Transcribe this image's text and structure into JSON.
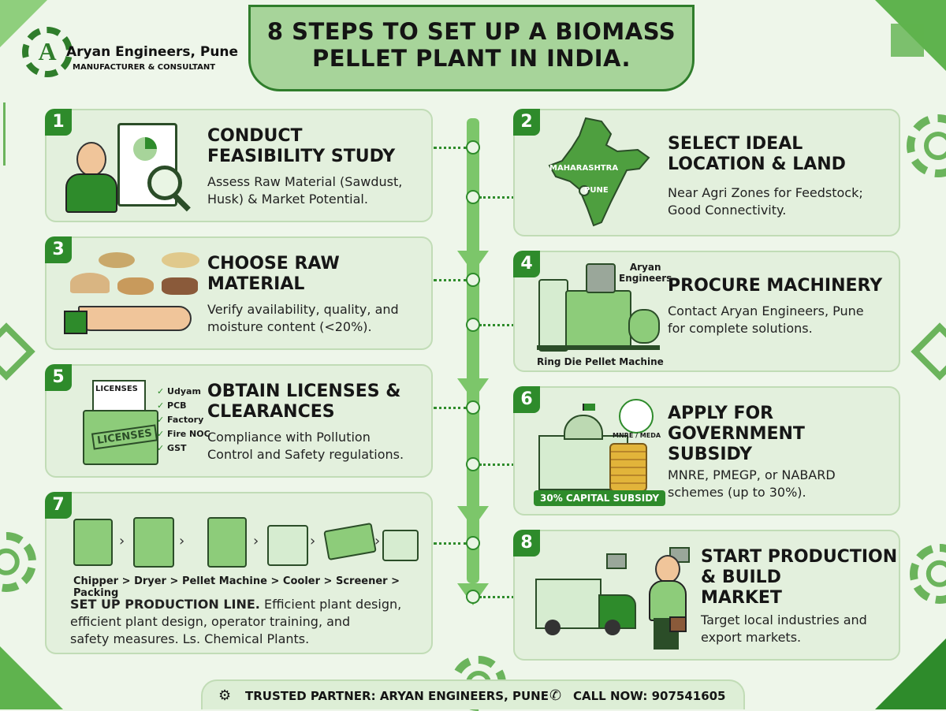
{
  "title": {
    "line1": "8 STEPS TO SET UP A BIOMASS",
    "line2": "PELLET PLANT IN INDIA."
  },
  "brand": {
    "name": "Aryan Engineers, Pune",
    "tagline": "MANUFACTURER & CONSULTANT",
    "mark": "A"
  },
  "steps": [
    {
      "num": "1",
      "title": [
        "CONDUCT",
        "FEASIBILITY STUDY"
      ],
      "desc": [
        "Assess Raw Material (Sawdust,",
        "Husk) & Market Potential."
      ]
    },
    {
      "num": "2",
      "title": [
        "SELECT IDEAL",
        "LOCATION & LAND"
      ],
      "desc": [
        "Near Agri Zones for Feedstock;",
        "Good Connectivity."
      ],
      "map_labels": {
        "state": "MAHARASHTRA",
        "city": "PUNE"
      }
    },
    {
      "num": "3",
      "title": [
        "CHOOSE RAW",
        "MATERIAL"
      ],
      "desc": [
        "Verify availability, quality, and",
        "moisture content (<20%)."
      ]
    },
    {
      "num": "4",
      "title": [
        "PROCURE MACHINERY"
      ],
      "desc": [
        "Contact Aryan Engineers, Pune",
        "for complete solutions."
      ],
      "machine_brand": [
        "Aryan",
        "Engineers"
      ],
      "machine_label": "Ring Die Pellet Machine"
    },
    {
      "num": "5",
      "title": [
        "OBTAIN LICENSES &",
        "CLEARANCES"
      ],
      "desc": [
        "Compliance with Pollution",
        "Control and Safety regulations."
      ],
      "doc_label": "LICENSES",
      "stamp_label": "LICENSES",
      "checklist": [
        "Udyam",
        "PCB",
        "Factory",
        "Fire NOC",
        "GST"
      ]
    },
    {
      "num": "6",
      "title": [
        "APPLY FOR",
        "GOVERNMENT",
        "SUBSIDY"
      ],
      "desc": [
        "MNRE, PMEGP, or NABARD",
        "schemes (up to 30%)."
      ],
      "badge": "MNRE / MEDA",
      "subsidy_tag": "30% CAPITAL SUBSIDY"
    },
    {
      "num": "7",
      "process": [
        "Chipper",
        "Dryer",
        "Pellet Machine",
        "Cooler",
        "Screener",
        "Packing"
      ],
      "separator": ">",
      "lead": "SET UP PRODUCTION LINE.",
      "desc": [
        "Efficient plant design,",
        "efficient plant design, operator training, and",
        "safety measures. Ls. Chemical Plants."
      ]
    },
    {
      "num": "8",
      "title": [
        "START PRODUCTION",
        "& BUILD",
        "MARKET"
      ],
      "desc": [
        "Target local industries and",
        "export markets."
      ]
    }
  ],
  "footer": {
    "partner": "TRUSTED PARTNER: ARYAN ENGINEERS, PUNE",
    "call": "CALL NOW: 90754160‍5"
  },
  "icons": {
    "partner": "handshake-gear-icon",
    "phone": "phone-icon"
  },
  "colors": {
    "accent": "#2e8b2b",
    "light": "#a7d49a",
    "card": "#e3f0dd",
    "background": "#eef6ea"
  }
}
